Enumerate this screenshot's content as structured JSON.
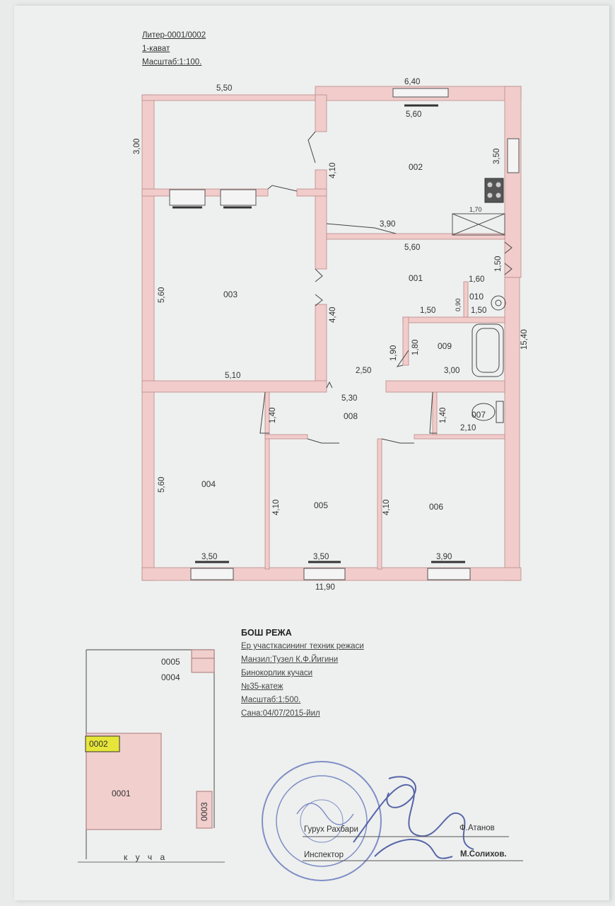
{
  "header": {
    "liter": "Литер-0001/0002",
    "floor": "1-кават",
    "scale": "Масштаб:1:100."
  },
  "plan": {
    "rooms": [
      {
        "id": "002"
      },
      {
        "id": "001"
      },
      {
        "id": "003"
      },
      {
        "id": "010"
      },
      {
        "id": "009"
      },
      {
        "id": "008"
      },
      {
        "id": "007"
      },
      {
        "id": "004"
      },
      {
        "id": "005"
      },
      {
        "id": "006"
      }
    ],
    "dims": {
      "top_left": "5,50",
      "top_right": "6,40",
      "left_top": "3,00",
      "r002_inner_top": "5,60",
      "r002_right": "3,50",
      "r002_left": "4,10",
      "r002_bottom": "3,90",
      "closet_top": "1,70",
      "r001_top": "5,60",
      "r001_right": "1,50",
      "r010_top": "1,60",
      "r010_left": "0,90",
      "r009_top_left": "1,50",
      "r009_top_right": "1,50",
      "r001_left": "4,40",
      "total_right": "15,40",
      "r009_left_outer": "1,90",
      "r009_left_inner": "1,80",
      "r009_bottom": "3,00",
      "r001_bottom": "2,50",
      "r003_left": "5,60",
      "r003_bottom": "5,10",
      "corridor_top": "5,30",
      "r008_left": "1,40",
      "r007_left": "1,40",
      "r007_bottom": "2,10",
      "r004_left": "5,60",
      "r004_bottom": "3,50",
      "r005_left": "4,10",
      "r005_bottom": "3,50",
      "r006_left": "4,10",
      "r006_bottom": "3,90",
      "total_bottom": "11,90"
    }
  },
  "site": {
    "labels": {
      "a": "0005",
      "b": "0004",
      "c": "0002",
      "d": "0001",
      "e": "0003"
    },
    "street": "к у ч а"
  },
  "info": {
    "title": "БОШ РЕЖА",
    "line1": "Ер участкасининг техник режаси",
    "line2": "Манзил:Тузел К.Ф.Йигини",
    "line3": "Бинокорлик кучаси",
    "line4": "№35-катеж",
    "line5": "Масштаб:1:500.",
    "line6": "Сана:04/07/2015-йил"
  },
  "signatures": {
    "chief_name": "Ф.Атанов",
    "chief_role": "Гурух Рахбари",
    "inspector_name": "М.Солихов.",
    "inspector_role": "Инспектор"
  },
  "colors": {
    "wall": "#f1cccb",
    "wall_stroke": "#b98a88",
    "site_fill": "#f0cfcd",
    "stamp": "#5a6eb8",
    "tag": "#e6e63a"
  }
}
